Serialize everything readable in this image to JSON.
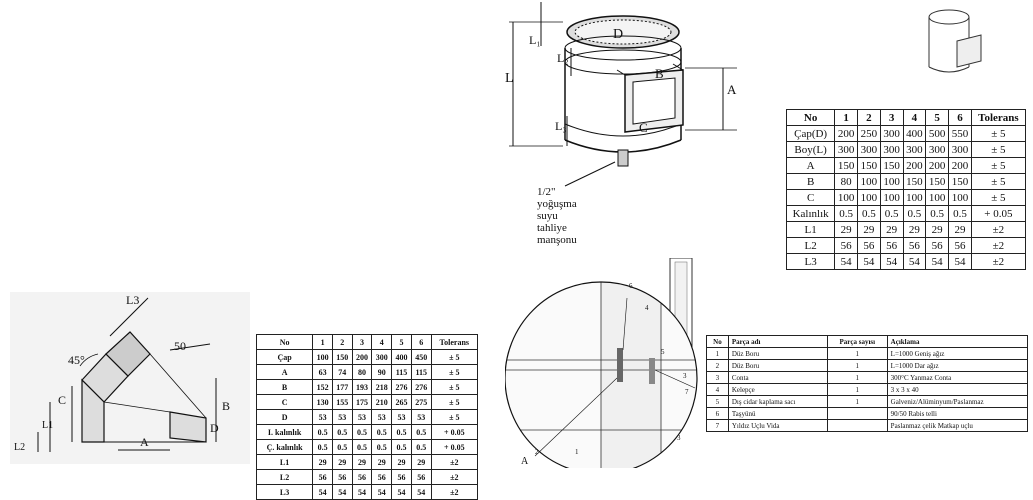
{
  "cylinder_drawing": {
    "labels": {
      "d": "D",
      "l1": "L₁",
      "l2": "L₂",
      "l": "L",
      "l3": "L₃",
      "b": "B",
      "a": "A",
      "c": "C"
    },
    "drain_note": [
      "1/2\"",
      "yoğuşma",
      "suyu",
      "tahliye",
      "manşonu"
    ]
  },
  "table_top": {
    "header": [
      "No",
      "1",
      "2",
      "3",
      "4",
      "5",
      "6",
      "Tolerans"
    ],
    "rows": [
      [
        "Çap(D)",
        "200",
        "250",
        "300",
        "400",
        "500",
        "550",
        "± 5"
      ],
      [
        "Boy(L)",
        "300",
        "300",
        "300",
        "300",
        "300",
        "300",
        "± 5"
      ],
      [
        "A",
        "150",
        "150",
        "150",
        "200",
        "200",
        "200",
        "± 5"
      ],
      [
        "B",
        "80",
        "100",
        "100",
        "150",
        "150",
        "150",
        "± 5"
      ],
      [
        "C",
        "100",
        "100",
        "100",
        "100",
        "100",
        "100",
        "± 5"
      ],
      [
        "Kalınlık",
        "0.5",
        "0.5",
        "0.5",
        "0.5",
        "0.5",
        "0.5",
        "+ 0.05"
      ],
      [
        "L1",
        "29",
        "29",
        "29",
        "29",
        "29",
        "29",
        "±2"
      ],
      [
        "L2",
        "56",
        "56",
        "56",
        "56",
        "56",
        "56",
        "±2"
      ],
      [
        "L3",
        "54",
        "54",
        "54",
        "54",
        "54",
        "54",
        "±2"
      ]
    ]
  },
  "elbow_drawing": {
    "labels": {
      "l3": "L3",
      "angle": "45°",
      "radius": "50",
      "c": "C",
      "b": "B",
      "l1": "L1",
      "d": "D",
      "a": "A",
      "l2": "L2"
    }
  },
  "table_bottom": {
    "header": [
      "No",
      "1",
      "2",
      "3",
      "4",
      "5",
      "6",
      "Tolerans"
    ],
    "rows": [
      [
        "Çap",
        "100",
        "150",
        "200",
        "300",
        "400",
        "450",
        "± 5"
      ],
      [
        "A",
        "63",
        "74",
        "80",
        "90",
        "115",
        "115",
        "± 5"
      ],
      [
        "B",
        "152",
        "177",
        "193",
        "218",
        "276",
        "276",
        "± 5"
      ],
      [
        "C",
        "130",
        "155",
        "175",
        "210",
        "265",
        "275",
        "± 5"
      ],
      [
        "D",
        "53",
        "53",
        "53",
        "53",
        "53",
        "53",
        "± 5"
      ],
      [
        "I. kalınlık",
        "0.5",
        "0.5",
        "0.5",
        "0.5",
        "0.5",
        "0.5",
        "+ 0.05"
      ],
      [
        "Ç. kalınlık",
        "0.5",
        "0.5",
        "0.5",
        "0.5",
        "0.5",
        "0.5",
        "+ 0.05"
      ],
      [
        "L1",
        "29",
        "29",
        "29",
        "29",
        "29",
        "29",
        "±2"
      ],
      [
        "L2",
        "56",
        "56",
        "56",
        "56",
        "56",
        "56",
        "±2"
      ],
      [
        "L3",
        "54",
        "54",
        "54",
        "54",
        "54",
        "54",
        "±2"
      ]
    ]
  },
  "detail_drawing": {
    "label_a": "A",
    "callouts": [
      "6",
      "4",
      "5",
      "3",
      "7",
      "2",
      "1",
      "3"
    ]
  },
  "parts_table": {
    "header": [
      "No",
      "Parça adı",
      "Parça sayısı",
      "Açıklama"
    ],
    "rows": [
      [
        "1",
        "Düz Boru",
        "1",
        "L=1000 Geniş ağız"
      ],
      [
        "2",
        "Düz Boru",
        "1",
        "L=1000 Dar ağız"
      ],
      [
        "3",
        "Conta",
        "1",
        "300°C Yanmaz Conta"
      ],
      [
        "4",
        "Kelepçe",
        "1",
        "3 x 3 x 40"
      ],
      [
        "5",
        "Dış cidar kaplama sacı",
        "1",
        "Galveniz/Alüminyum/Paslanmaz"
      ],
      [
        "6",
        "Taşyünü",
        "",
        "90/50 Rabis telli"
      ],
      [
        "7",
        "Yıldız Uçlu Vida",
        "",
        "Paslanmaz çelik Matkap uçlu"
      ]
    ]
  }
}
